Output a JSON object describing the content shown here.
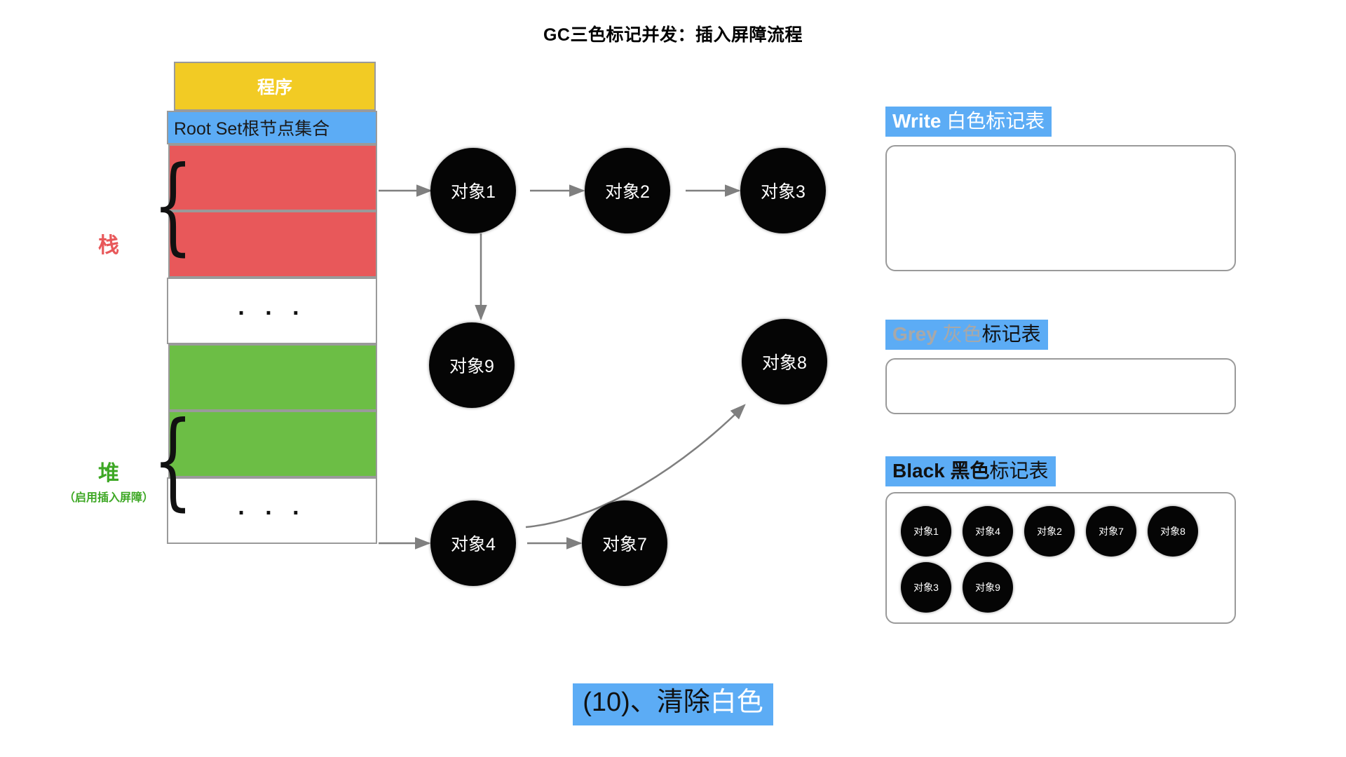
{
  "title": "GC三色标记并发：插入屏障流程",
  "memory": {
    "program_label": "程序",
    "rootset_label": "Root Set根节点集合",
    "ellipsis": ". . .",
    "stack_label": "栈",
    "heap_label": "堆",
    "heap_sublabel": "（启用插入屏障）",
    "rows": [
      {
        "kind": "program",
        "label": "程序"
      },
      {
        "kind": "rootset",
        "label": "Root Set根节点集合"
      },
      {
        "kind": "red",
        "label": ""
      },
      {
        "kind": "red",
        "label": ""
      },
      {
        "kind": "white",
        "label": ". . ."
      },
      {
        "kind": "green",
        "label": ""
      },
      {
        "kind": "green",
        "label": ""
      },
      {
        "kind": "white",
        "label": ". . ."
      }
    ]
  },
  "graph": {
    "nodes": [
      {
        "id": "o1",
        "label": "对象1"
      },
      {
        "id": "o2",
        "label": "对象2"
      },
      {
        "id": "o3",
        "label": "对象3"
      },
      {
        "id": "o9",
        "label": "对象9"
      },
      {
        "id": "o8",
        "label": "对象8"
      },
      {
        "id": "o4",
        "label": "对象4"
      },
      {
        "id": "o7",
        "label": "对象7"
      }
    ],
    "edges": [
      {
        "from": "stack-slot",
        "to": "o1"
      },
      {
        "from": "o1",
        "to": "o2"
      },
      {
        "from": "o2",
        "to": "o3"
      },
      {
        "from": "o1",
        "to": "o9"
      },
      {
        "from": "heap-slot",
        "to": "o4"
      },
      {
        "from": "o4",
        "to": "o7"
      },
      {
        "from": "o4",
        "to": "o8"
      }
    ]
  },
  "tables": [
    {
      "id": "write",
      "header": {
        "name": "Write",
        "color_word": "白色",
        "suffix": "标记表"
      },
      "items": []
    },
    {
      "id": "grey",
      "header": {
        "name": "Grey",
        "color_word": "灰色",
        "suffix": "标记表"
      },
      "items": []
    },
    {
      "id": "black",
      "header": {
        "name": "Black",
        "color_word": "黑色",
        "suffix": "标记表"
      },
      "items": [
        [
          "对象1",
          "对象4",
          "对象2",
          "对象7",
          "对象8"
        ],
        [
          "对象3",
          "对象9"
        ]
      ]
    }
  ],
  "caption": {
    "prefix": "(10)、清除",
    "highlight": "白色"
  },
  "colors": {
    "blue": "#5CACF5",
    "yellow": "#F2CB24",
    "red": "#E8585A",
    "green": "#6CBE45",
    "grey_text": "#a8a8a8",
    "node_black": "#050505",
    "edge_grey": "#7f7f7f"
  }
}
